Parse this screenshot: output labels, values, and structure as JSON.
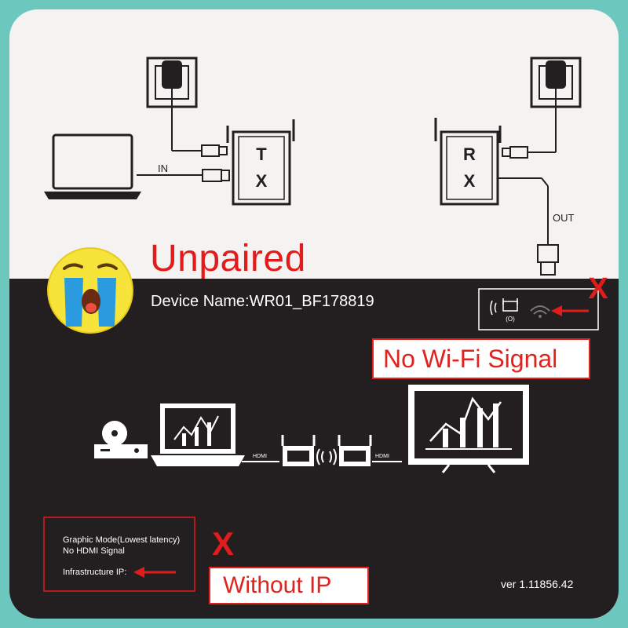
{
  "status": {
    "title": "Unpaired",
    "device_name": "Device Name:WR01_BF178819"
  },
  "labels": {
    "in": "IN",
    "out": "OUT",
    "tx": [
      "T",
      "X"
    ],
    "rx": [
      "R",
      "X"
    ],
    "hdmi_left": "HDMI",
    "hdmi_right": "HDMI",
    "wifi_small": "(O)"
  },
  "callouts": {
    "no_wifi": "No Wi-Fi Signal",
    "without_ip": "Without IP",
    "x_mark": "X"
  },
  "info_panel": {
    "mode": "Graphic Mode(Lowest latency)",
    "signal": "No HDMI Signal",
    "ip": "Infrastructure IP:"
  },
  "version": "ver 1.11856.42",
  "colors": {
    "background": "#6cc7bf",
    "card": "#f4f3f1",
    "dark_panel": "#231f20",
    "accent_red": "#e21c1c",
    "emoji_yellow": "#f7e43a",
    "tears_blue": "#2b9be0"
  }
}
